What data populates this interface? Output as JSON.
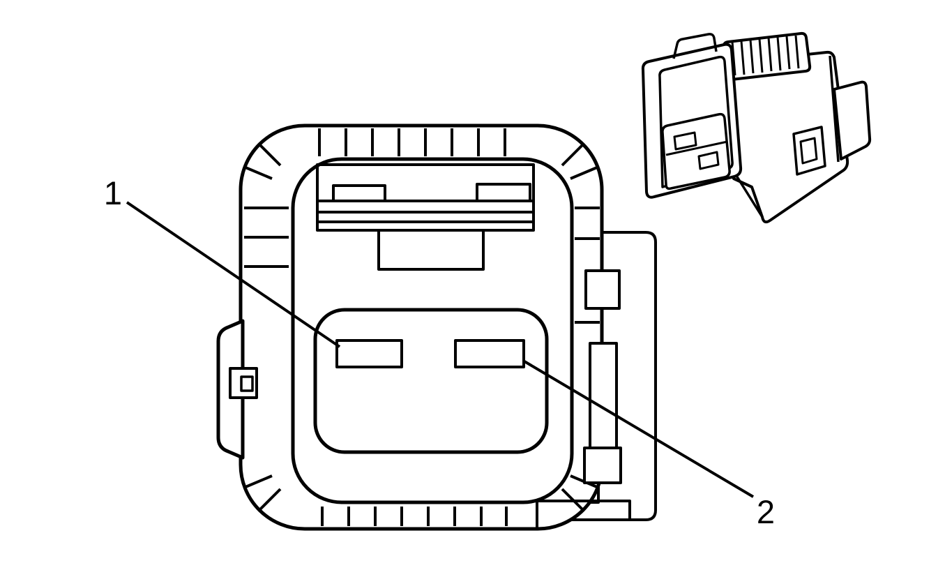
{
  "figure": {
    "background_color": "#ffffff",
    "line_color": "#000000",
    "callouts": [
      {
        "label": "1",
        "points_to": "left-terminal-cavity"
      },
      {
        "label": "2",
        "points_to": "right-terminal-cavity"
      }
    ]
  }
}
